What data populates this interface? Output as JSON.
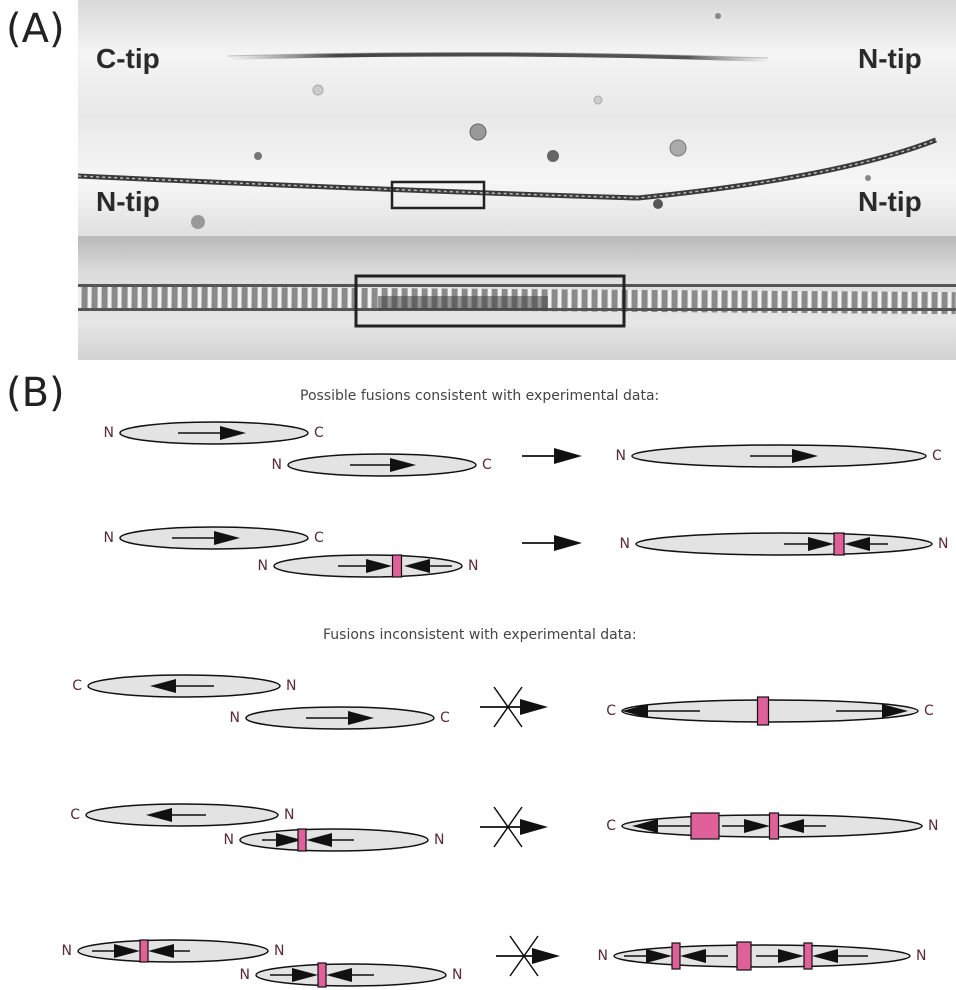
{
  "panel_a": {
    "label": "(A)",
    "tips": {
      "top_left": "C-tip",
      "top_right": "N-tip",
      "mid_left": "N-tip",
      "mid_right": "N-tip"
    }
  },
  "panel_b": {
    "label": "(B)",
    "consistent_heading": "Possible fusions consistent with experimental data:",
    "inconsistent_heading": "Fusions inconsistent with experimental data:",
    "end_labels": {
      "n": "N",
      "c": "C"
    }
  },
  "colors": {
    "ellipse_fill": "#e3e3e3",
    "marker": "#e0609a",
    "ink": "#111111",
    "end_label": "#5a2a3a"
  }
}
